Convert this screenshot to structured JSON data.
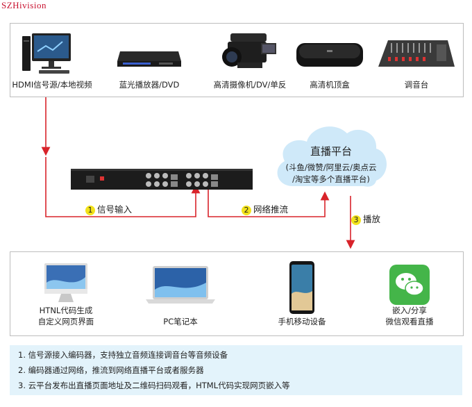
{
  "brand": "SZHivision",
  "sources": [
    {
      "label": "HDMI信号源/本地视频",
      "icon": "desktop-computer-icon"
    },
    {
      "label": "蓝光播放器/DVD",
      "icon": "bluray-player-icon"
    },
    {
      "label": "高清摄像机/DV/单反",
      "icon": "camcorder-icon"
    },
    {
      "label": "高清机顶盒",
      "icon": "set-top-box-icon"
    },
    {
      "label": "调音台",
      "icon": "audio-mixer-icon"
    }
  ],
  "cloud": {
    "title": "直播平台",
    "line1": "(斗鱼/微赞/阿里云/奥点云",
    "line2": "/淘宝等多个直播平台)"
  },
  "steps": [
    {
      "num": "1",
      "label": "信号输入"
    },
    {
      "num": "2",
      "label": "网络推流"
    },
    {
      "num": "3",
      "label": "播放"
    }
  ],
  "outputs": [
    {
      "line1": "HTNL代码生成",
      "line2": "自定义网页界面",
      "icon": "imac-icon"
    },
    {
      "line1": "PC笔记本",
      "line2": "",
      "icon": "laptop-icon"
    },
    {
      "line1": "手机移动设备",
      "line2": "",
      "icon": "smartphone-icon"
    },
    {
      "line1": "嵌入/分享",
      "line2": "微信观看直播",
      "icon": "wechat-icon"
    }
  ],
  "notes": [
    "1. 信号源接入编码器，支持独立音频连接调音台等音频设备",
    "2. 编码器通过网络，推流到网络直播平台或者服务器",
    "3. 云平台发布出直播页面地址及二维码扫码观看，HTML代码实现网页嵌入等"
  ],
  "colors": {
    "arrow": "#d8232a",
    "cloud": "#cfe9f9",
    "notes_bg": "#e3f3fb",
    "badge": "#f2e21b"
  }
}
